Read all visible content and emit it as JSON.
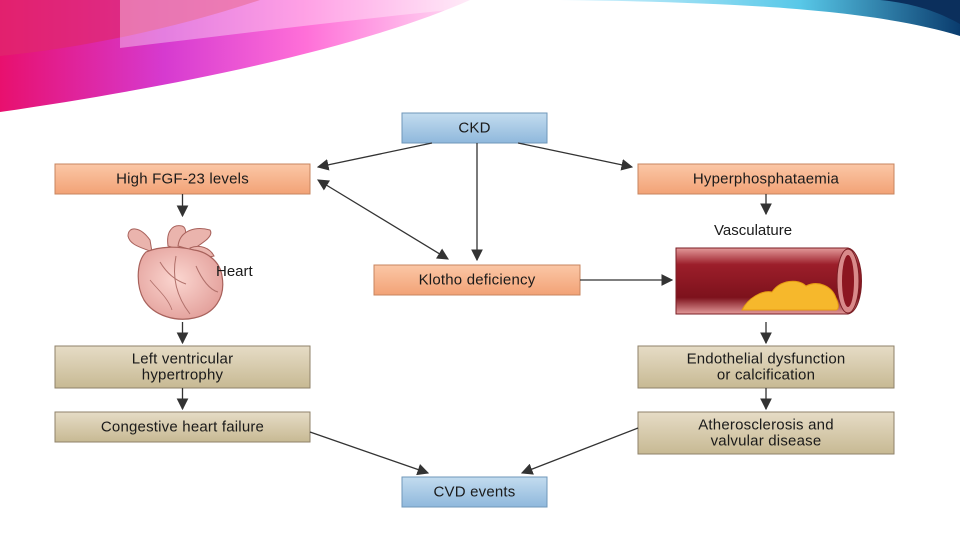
{
  "diagram": {
    "nodes": {
      "ckd": "CKD",
      "fgf23": "High FGF-23 levels",
      "hyperphos": "Hyperphosphataemia",
      "klotho": "Klotho deficiency",
      "lvh": [
        "Left ventricular",
        "hypertrophy"
      ],
      "chf": "Congestive heart failure",
      "endo": [
        "Endothelial dysfunction",
        "or calcification"
      ],
      "athero": [
        "Atherosclerosis and",
        "valvular disease"
      ],
      "cvd": "CVD events"
    },
    "labels": {
      "heart": "Heart",
      "vasculature": "Vasculature"
    }
  },
  "colors": {
    "blue_fill": "#a9cbe6",
    "blue_stroke": "#6f97ba",
    "salmon_fill": "#f7b48e",
    "salmon_stroke": "#c7845f",
    "tan_fill": "#d8cdb3",
    "tan_stroke": "#8f826a",
    "arrow": "#333333"
  }
}
